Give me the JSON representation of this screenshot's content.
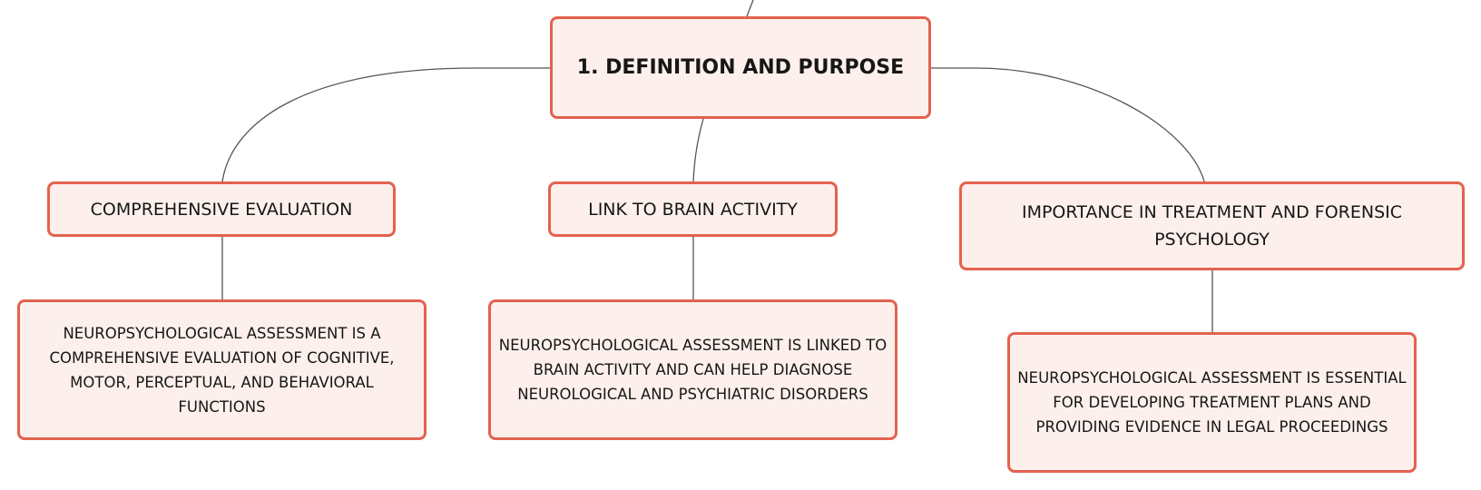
{
  "mindmap": {
    "colors": {
      "node_fill": "#fdf0ec",
      "node_border": "#e3624f",
      "connector": "#555555",
      "text": "#161616"
    },
    "root": {
      "label": "1. DEFINITION AND PURPOSE"
    },
    "topics": [
      {
        "label": "COMPREHENSIVE EVALUATION",
        "detail": "NEUROPSYCHOLOGICAL ASSESSMENT IS A COMPREHENSIVE EVALUATION OF COGNITIVE, MOTOR, PERCEPTUAL, AND BEHAVIORAL FUNCTIONS"
      },
      {
        "label": "LINK TO BRAIN ACTIVITY",
        "detail": "NEUROPSYCHOLOGICAL ASSESSMENT IS LINKED TO BRAIN ACTIVITY AND CAN HELP DIAGNOSE NEUROLOGICAL AND PSYCHIATRIC DISORDERS"
      },
      {
        "label": "IMPORTANCE IN TREATMENT AND FORENSIC PSYCHOLOGY",
        "detail": "NEUROPSYCHOLOGICAL ASSESSMENT IS ESSENTIAL FOR DEVELOPING TREATMENT PLANS AND PROVIDING EVIDENCE IN LEGAL PROCEEDINGS"
      }
    ]
  }
}
